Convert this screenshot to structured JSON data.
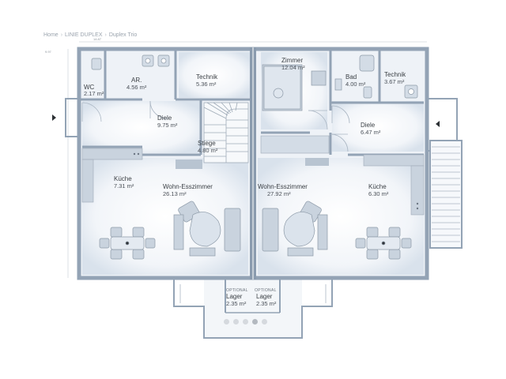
{
  "breadcrumb": {
    "items": [
      "Home",
      "LINIE DUPLEX",
      "Duplex Trio"
    ],
    "separator": "›"
  },
  "plan": {
    "dimension_top": "14.87",
    "dimension_left": "9.97",
    "area_unit": "m²",
    "optional_label": "OPTIONAL",
    "rooms_left": [
      {
        "name": "WC",
        "area": "2.17 m²"
      },
      {
        "name": "AR.",
        "area": "4.56 m²"
      },
      {
        "name": "Technik",
        "area": "5.36 m²"
      },
      {
        "name": "Diele",
        "area": "9.75 m²"
      },
      {
        "name": "Stiege",
        "area": "4.80 m²"
      },
      {
        "name": "Küche",
        "area": "7.31 m²"
      },
      {
        "name": "Wohn-Esszimmer",
        "area": "26.13 m²"
      },
      {
        "name": "Lager",
        "area": "2.35 m²"
      }
    ],
    "rooms_right": [
      {
        "name": "Zimmer",
        "area": "12.04 m²"
      },
      {
        "name": "Bad",
        "area": "4.00 m²"
      },
      {
        "name": "Technik",
        "area": "3.67 m²"
      },
      {
        "name": "Diele",
        "area": "6.47 m²"
      },
      {
        "name": "Wohn-Esszimmer",
        "area": "27.92 m²"
      },
      {
        "name": "Küche",
        "area": "6.30 m²"
      },
      {
        "name": "Lager",
        "area": "2.35 m²"
      }
    ]
  },
  "carousel": {
    "slide_count": 5,
    "active_index": 3
  },
  "colors": {
    "wall": "#93a3b5",
    "wall_dark": "#7d8ea1",
    "floor_glow": "#e3eaf2",
    "furniture": "#c9d3de",
    "text": "#3a3f44",
    "muted": "#9aa3ad"
  }
}
